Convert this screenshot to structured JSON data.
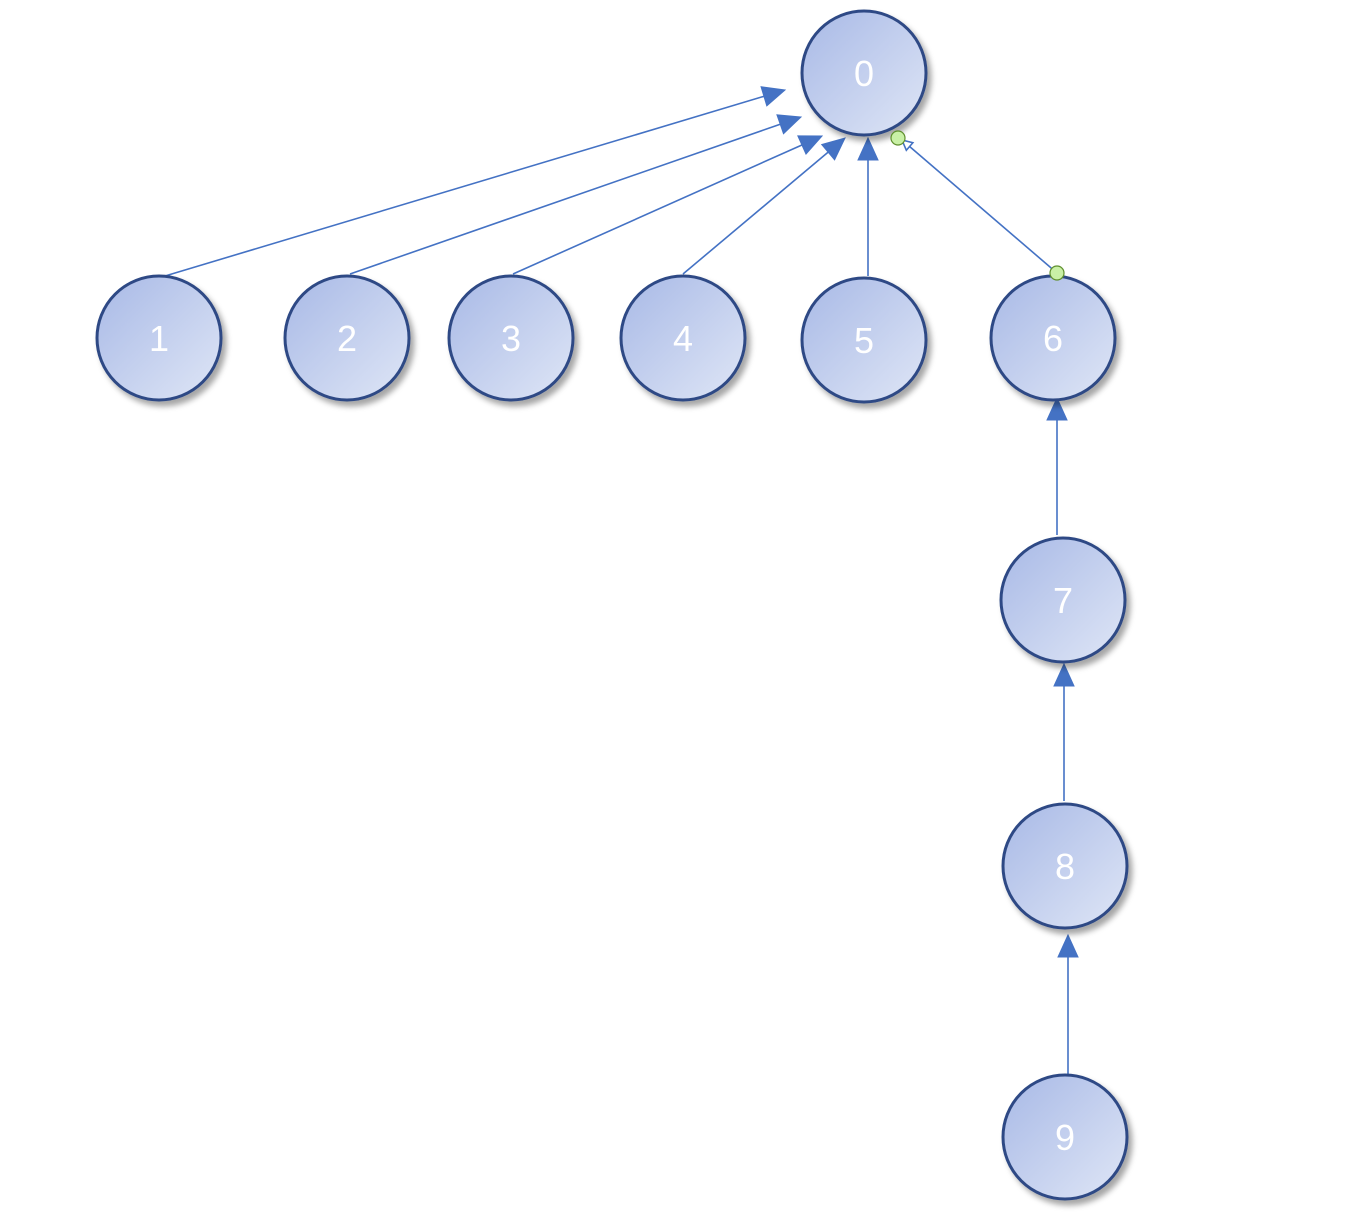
{
  "diagram": {
    "type": "tree",
    "colors": {
      "node_fill_start": "#a8b9e6",
      "node_fill_end": "#dfe6f6",
      "node_stroke": "#2f4a85",
      "edge": "#4472c4",
      "label": "#ffffff",
      "handle_fill": "#c9f0a6",
      "handle_stroke": "#5f8f2e"
    },
    "nodes": [
      {
        "id": "0",
        "label": "0"
      },
      {
        "id": "1",
        "label": "1"
      },
      {
        "id": "2",
        "label": "2"
      },
      {
        "id": "3",
        "label": "3"
      },
      {
        "id": "4",
        "label": "4"
      },
      {
        "id": "5",
        "label": "5"
      },
      {
        "id": "6",
        "label": "6"
      },
      {
        "id": "7",
        "label": "7"
      },
      {
        "id": "8",
        "label": "8"
      },
      {
        "id": "9",
        "label": "9"
      }
    ],
    "edges": [
      {
        "from": "1",
        "to": "0"
      },
      {
        "from": "2",
        "to": "0"
      },
      {
        "from": "3",
        "to": "0"
      },
      {
        "from": "4",
        "to": "0"
      },
      {
        "from": "5",
        "to": "0"
      },
      {
        "from": "6",
        "to": "0",
        "selected": true
      },
      {
        "from": "7",
        "to": "6"
      },
      {
        "from": "8",
        "to": "7"
      },
      {
        "from": "9",
        "to": "8"
      }
    ]
  }
}
